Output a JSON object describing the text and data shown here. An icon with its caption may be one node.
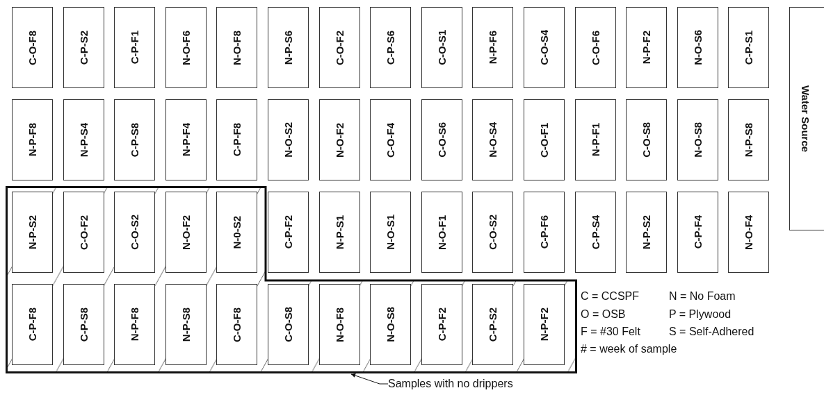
{
  "diagram": {
    "nodes": [
      {
        "text": [
          "C-O-F8"
        ]
      },
      {
        "text": [
          "C-P-S2"
        ]
      },
      {
        "text": [
          "C-P-F1"
        ]
      },
      {
        "text": [
          "N-O-F6"
        ]
      },
      {
        "text": [
          "N-O-F8"
        ]
      },
      {
        "text": [
          "N-P-S6"
        ]
      },
      {
        "text": [
          "C-O-F2"
        ]
      },
      {
        "text": [
          "C-P-S6"
        ]
      },
      {
        "text": [
          "C-O-S1"
        ]
      },
      {
        "text": [
          "N-P-F6"
        ]
      },
      {
        "text": [
          "C-O-S4"
        ]
      },
      {
        "text": [
          "C-O-F6"
        ]
      },
      {
        "text": [
          "N-P-F2"
        ]
      },
      {
        "text": [
          "N-O-S6"
        ]
      },
      {
        "text": [
          "C-P-S1"
        ]
      },
      {
        "text": [
          "N-P-F8"
        ]
      },
      {
        "text": [
          "N-P-S4"
        ]
      },
      {
        "text": [
          "C-P-S8"
        ]
      },
      {
        "text": [
          "N-P-F4"
        ]
      },
      {
        "text": [
          "C-P-F8"
        ]
      },
      {
        "text": [
          "N-O-S2"
        ]
      },
      {
        "text": [
          "N-O-F2"
        ]
      },
      {
        "text": [
          "C-O-F4"
        ]
      },
      {
        "text": [
          "C-O-S6"
        ]
      },
      {
        "text": [
          "N-O-S4"
        ]
      },
      {
        "text": [
          "C-O-F1"
        ]
      },
      {
        "text": [
          "N-P-F1"
        ]
      },
      {
        "text": [
          "C-O-S8"
        ]
      },
      {
        "text": [
          "N-O-S8"
        ]
      },
      {
        "text": [
          "N-P-S8"
        ]
      },
      {
        "text": [],
        "shape": "box"
      },
      {
        "text": [
          "N-P-S2"
        ],
        "in": 30
      },
      {
        "text": [
          "C-O-F2"
        ],
        "in": 30
      },
      {
        "text": [
          "C-O-S2"
        ],
        "in": 30
      },
      {
        "text": [
          "N-O-F2"
        ],
        "in": 30
      },
      {
        "text": [
          "N-0-S2"
        ],
        "in": 30
      },
      {
        "text": [
          "C-P-F2"
        ]
      },
      {
        "text": [
          "N-P-S1"
        ]
      },
      {
        "text": [
          "N-O-S1"
        ]
      },
      {
        "text": [
          "N-O-F1"
        ]
      },
      {
        "text": [
          "C-O-S2"
        ]
      },
      {
        "text": [
          "C-P-F6"
        ]
      },
      {
        "text": [
          "C-P-S4"
        ]
      },
      {
        "text": [
          "N-P-S2"
        ]
      },
      {
        "text": [
          "C-P-F4"
        ]
      },
      {
        "text": [
          "N-O-F4"
        ]
      },
      {
        "text": [
          "C-P-F8"
        ],
        "in": 30
      },
      {
        "text": [
          "C-P-S8"
        ],
        "in": 30
      },
      {
        "text": [
          "N-P-F8"
        ],
        "in": 30
      },
      {
        "text": [
          "N-P-S8"
        ],
        "in": 30
      },
      {
        "text": [
          "C-O-F8"
        ],
        "in": 30
      },
      {
        "text": [
          "C-O-S8"
        ],
        "in": 30
      },
      {
        "text": [
          "N-O-F8"
        ],
        "in": 30
      },
      {
        "text": [
          "N-O-S8"
        ],
        "in": 30
      },
      {
        "text": [
          "C-P-F2"
        ],
        "in": 30
      },
      {
        "text": [
          "C-P-S2"
        ],
        "in": 30
      },
      {
        "text": [
          "N-P-F2"
        ],
        "in": 30
      },
      {
        "text": [
          "Water Source"
        ]
      },
      {
        "text": [
          "Samples with no drippers"
        ]
      }
    ],
    "edges": [
      {
        "from": 58,
        "to": 30,
        "arrow": "to"
      }
    ],
    "labels": [
      "C = CCSPF",
      "N = No Foam",
      "O = OSB",
      "P = Plywood",
      "F = #30 Felt",
      "S = Self-Adhered",
      "# = week of sample"
    ]
  }
}
